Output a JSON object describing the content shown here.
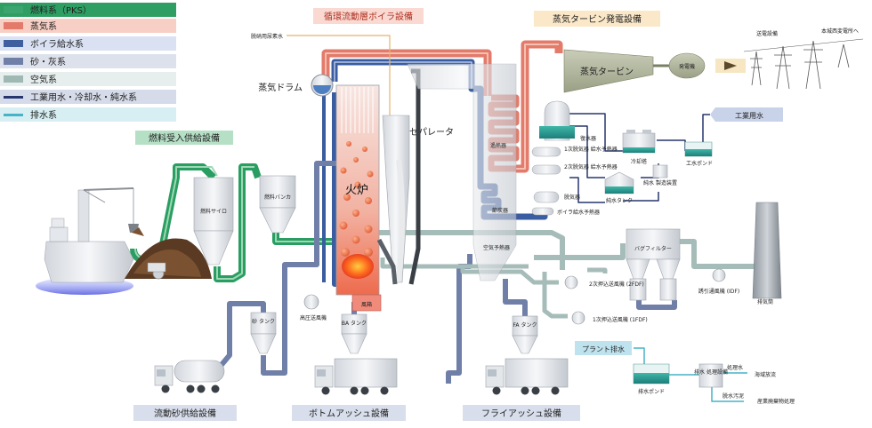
{
  "legend": [
    {
      "label": "燃料系（PKS）",
      "color": "#3aa56f"
    },
    {
      "label": "蒸気系",
      "color": "#e37a6a"
    },
    {
      "label": "ボイラ給水系",
      "color": "#3f5f9e"
    },
    {
      "label": "砂・灰系",
      "color": "#6f7fa8"
    },
    {
      "label": "空気系",
      "color": "#9fb8b4"
    },
    {
      "label": "工業用水・冷却水・純水系",
      "color": "#26366e"
    },
    {
      "label": "排水系",
      "color": "#47b3c6"
    }
  ],
  "sections": {
    "boiler": "循環流動層ボイラ設備",
    "turbine": "蒸気タービン発電設備",
    "fuel": "燃料受入供給設備",
    "sand": "流動砂供給設備",
    "bottom_ash": "ボトムアッシュ設備",
    "fly_ash": "フライアッシュ設備",
    "plant_wastewater": "プラント排水",
    "industrial_water": "工業用水"
  },
  "labels": {
    "urea": "脱硝用尿素水",
    "steam_drum": "蒸気ドラム",
    "separator": "セパレータ",
    "furnace": "火炉",
    "fuel_silo": "燃料サイロ",
    "fuel_bunker": "燃料バンカ",
    "turbine": "蒸気タービン",
    "generator": "発電機",
    "substation": "送電設備",
    "to_substation": "本城西変電所へ",
    "superheater": "過熱器",
    "economizer": "節炭器",
    "air_heater": "空気予熱器",
    "condenser": "復水器",
    "lp_heater1": "1次脱気器 給水予熱器",
    "lp_heater2": "2次脱気器 給水予熱器",
    "deaerator": "脱気器",
    "boiler_feed_heater": "ボイラ給水予熱器",
    "cooling_tower": "冷却塔",
    "pure_water_tank": "純水タンク",
    "pure_water_equipment": "純水 製造装置",
    "industrial_water_pond": "工水ポンド",
    "bag_filter": "バグフィルター",
    "fdf2": "2次押込送風機 (2FDF)",
    "fdf1": "1次押込送風機 (1FDF)",
    "idf": "誘引通風機 (IDF)",
    "stack": "排気筒",
    "hp_blower": "高圧送風機",
    "air_box": "風箱",
    "sand_tank": "砂 タンク",
    "ba_tank": "BA タンク",
    "fa_tank": "FA タンク",
    "wastewater_pond": "排水ポンド",
    "wastewater_treatment": "排水 処理設備",
    "treated_water": "処理水",
    "sea_discharge": "海域放流",
    "dewatered_sludge": "脱水汚泥",
    "industrial_waste": "産業廃棄物処理"
  }
}
